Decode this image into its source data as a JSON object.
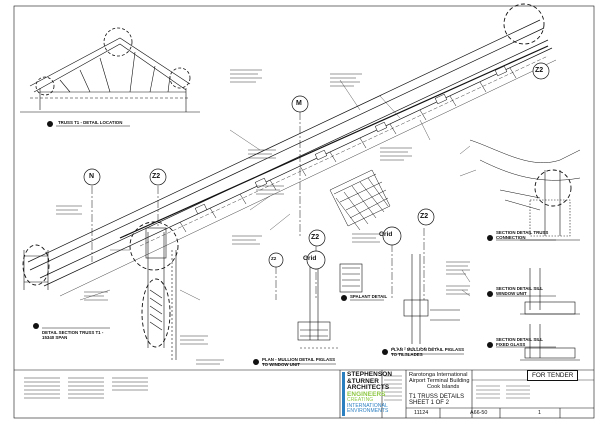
{
  "sheet": {
    "status_label": "FOR TENDER",
    "bubbles": {
      "n": "N",
      "m": "M",
      "z2_top": "Z2",
      "z2_mid": "Z2",
      "z2_right": "Z2",
      "z2_lower": "Z2",
      "z2_center": "Z2",
      "grid_left": "Grid",
      "grid_right": "Grid"
    },
    "detail_titles": {
      "truss_location": "TRUSS T1 - DETAIL LOCATION",
      "section_span": "DETAIL SECTION TRUSS T1 - 15340 SPAN",
      "mullion_window": "PLAN - MULLION DETAIL PIGLASS TO WINDOW UNIT",
      "mullion_tilslades": "PLAN - MULLION DETAIL PIGLASS TO TILSLADES",
      "truss_connection": "SECTION DETAIL TRUSS CONNECTION",
      "sill_window": "SECTION DETAIL SILL WINDOW UNIT",
      "sill_fixed": "SECTION DETAIL SILL FIXED GLASS",
      "spalant": "SPALANT DETAIL"
    },
    "firm": {
      "line1": "STEPHENSON",
      "line2": "&TURNER",
      "line3": "ARCHITECTS",
      "line4": "ENGINEERS",
      "line5": "CREATING",
      "line6": "INTERNATIONAL",
      "line7": "ENVIRONMENTS"
    },
    "project": {
      "line1": "Rarotonga International",
      "line2": "Airport Terminal Building",
      "line3": "Cook Islands"
    },
    "drawing": {
      "line1": "T1 TRUSS DETAILS",
      "line2": "SHEET 1 OF 2"
    },
    "numbers": {
      "job": "11124",
      "dwg": "A66-50",
      "rev": "1"
    },
    "colors": {
      "ink": "#111111",
      "firm_green": "#8cc63f",
      "firm_blue": "#2a7fc1"
    }
  }
}
